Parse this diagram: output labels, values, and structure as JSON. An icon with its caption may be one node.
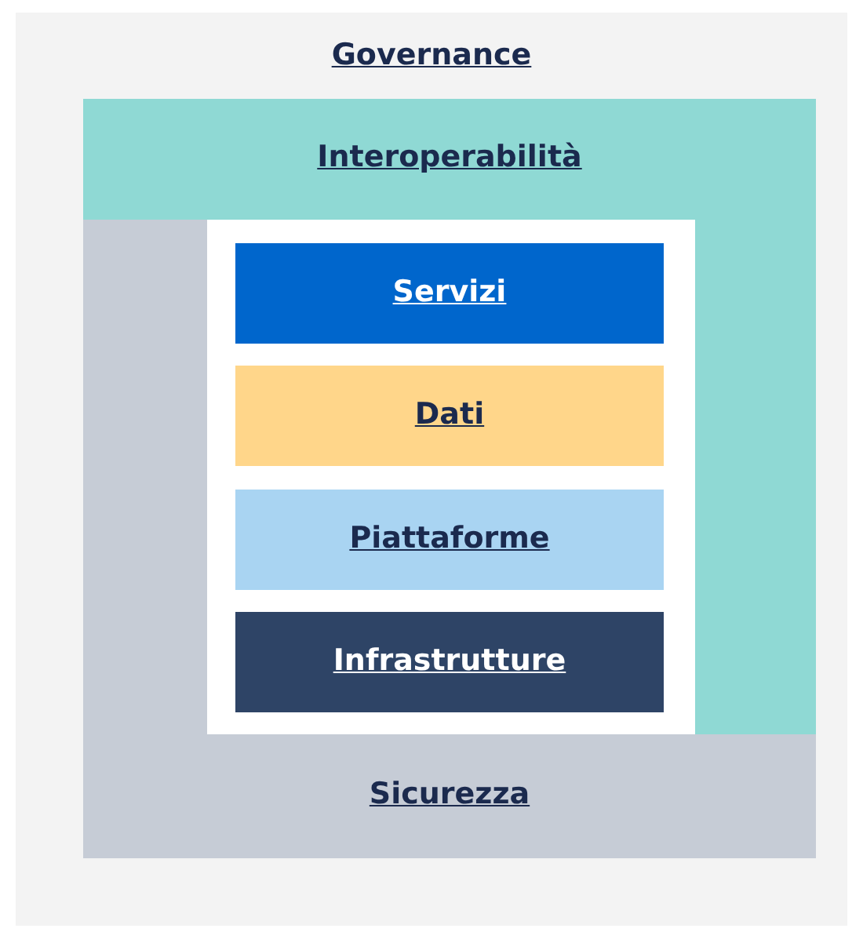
{
  "diagram": {
    "nodes": [
      {
        "text": [
          "Governance"
        ]
      },
      {
        "text": [
          "Interoperabilità"
        ],
        "in": 0
      },
      {
        "text": [
          "Sicurezza"
        ],
        "in": 0
      },
      {
        "text": [],
        "shape": "box",
        "in": 0
      },
      {
        "text": [
          "Servizi"
        ],
        "in": 3
      },
      {
        "text": [
          "Dati"
        ],
        "in": 3
      },
      {
        "text": [
          "Piattaforme"
        ],
        "in": 3
      },
      {
        "text": [
          "Infrastrutture"
        ],
        "in": 3
      }
    ]
  }
}
